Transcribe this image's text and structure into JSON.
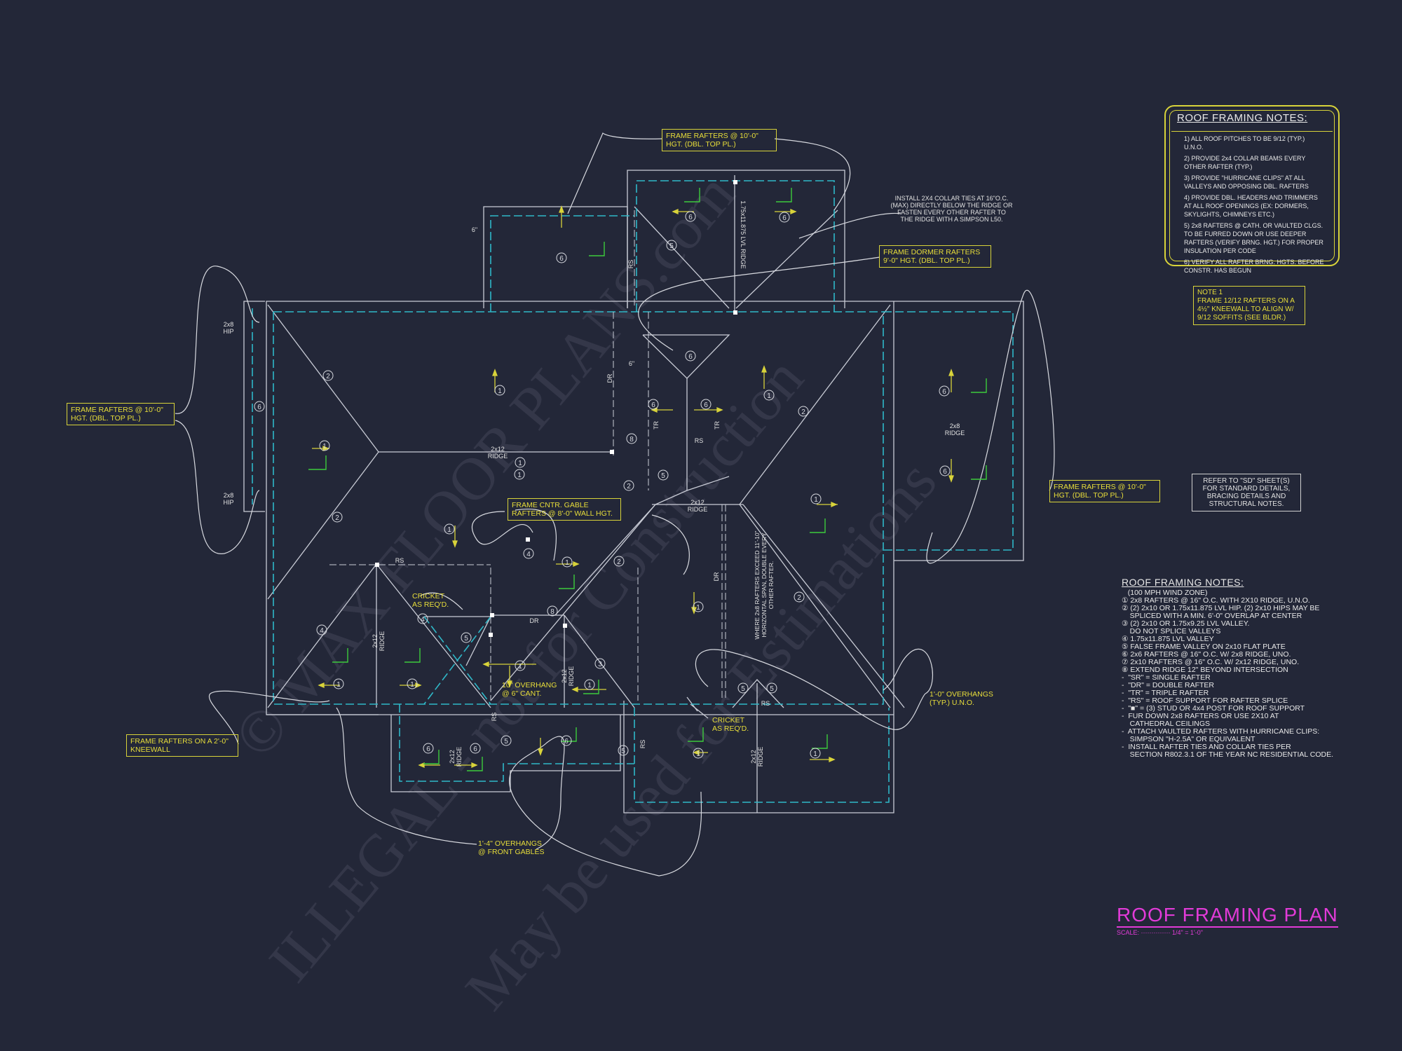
{
  "colors": {
    "background": "#232738",
    "lines": "#c9ccd6",
    "dashed": "#2fb8c8",
    "yellow": "#d8d33a",
    "green": "#3ccc3c",
    "magenta": "#e23bd8"
  },
  "title": {
    "main": "ROOF FRAMING PLAN",
    "scale_label": "SCALE:",
    "scale_value": "1/4\" = 1'-0\""
  },
  "watermark": {
    "line1": "© MAX FLOOR PLANS.com",
    "line2": "ILLEGAL - not for Construction",
    "line3": "May be used for Estimations"
  },
  "notes_box": {
    "heading": "ROOF FRAMING NOTES:",
    "items": [
      "1) ALL ROOF PITCHES TO BE 9/12 (TYP.) U.N.O.",
      "2) PROVIDE 2x4 COLLAR BEAMS EVERY OTHER RAFTER (TYP.)",
      "3) PROVIDE \"HURRICANE CLIPS\" AT ALL VALLEYS AND OPPOSING DBL. RAFTERS",
      "4) PROVIDE DBL. HEADERS AND TRIMMERS AT ALL ROOF OPENINGS (EX: DORMERS, SKYLIGHTS, CHIMNEYS ETC.)",
      "5) 2x8 RAFTERS @ CATH. OR VAULTED CLGS. TO BE FURRED DOWN OR USE DEEPER RAFTERS (VERIFY BRNG. HGT.) FOR PROPER INSULATION PER CODE",
      "6) VERIFY ALL RAFTER BRNG. HGTS. BEFORE CONSTR. HAS BEGUN"
    ]
  },
  "note1": "NOTE 1\nFRAME 12/12 RAFTERS ON A 4½\" KNEEWALL TO ALIGN W/ 9/12 SOFFITS (SEE BLDR.)",
  "refer_note": "REFER TO \"SD\" SHEET(S) FOR STANDARD DETAILS, BRACING DETAILS AND STRUCTURAL NOTES.",
  "collar_note": "INSTALL 2X4 COLLAR TIES AT 16\"O.C. (MAX) DIRECTLY BELOW THE RIDGE OR FASTEN EVERY OTHER RAFTER TO THE RIDGE WITH A SIMPSON L50.",
  "lower_notes": {
    "heading": "ROOF FRAMING NOTES:",
    "items": [
      "   (100 MPH WIND ZONE)",
      "① 2x8 RAFTERS @ 16\" O.C. WITH 2X10 RIDGE, U.N.O.",
      "② (2) 2x10 OR 1.75x11.875 LVL HIP. (2) 2x10 HIPS MAY BE",
      "    SPLICED WITH A MIN. 6'-0\" OVERLAP AT CENTER",
      "③ (2) 2x10 OR 1.75x9.25 LVL VALLEY.",
      "    DO NOT SPLICE VALLEYS",
      "④ 1.75x11.875 LVL VALLEY",
      "⑤ FALSE FRAME VALLEY ON 2x10 FLAT PLATE",
      "⑥ 2x6 RAFTERS @ 16\" O.C. W/ 2x8 RIDGE, UNO.",
      "⑦ 2x10 RAFTERS @ 16\" O.C. W/ 2x12 RIDGE, UNO.",
      "⑧ EXTEND RIDGE 12\" BEYOND INTERSECTION",
      "-  \"SR\" = SINGLE RAFTER",
      "-  \"DR\" = DOUBLE RAFTER",
      "-  \"TR\" = TRIPLE RAFTER",
      "-  \"RS\" = ROOF SUPPORT FOR RAFTER SPLICE",
      "-  \"■\" = (3) STUD OR 4x4 POST FOR ROOF SUPPORT",
      "-  FUR DOWN 2x8 RAFTERS OR USE 2X10 AT",
      "    CATHEDRAL CEILINGS",
      "-  ATTACH VAULTED RAFTERS WITH HURRICANE CLIPS:",
      "    SIMPSON \"H-2.5A\" OR EQUIVALENT",
      "-  INSTALL RAFTER TIES AND COLLAR TIES PER",
      "    SECTION R802.3.1 OF THE YEAR NC RESIDENTIAL CODE."
    ]
  },
  "callouts": {
    "top_rafters": "FRAME RAFTERS @ 10'-0\" HGT. (DBL. TOP PL.)",
    "dormer_rafters": "FRAME DORMER RAFTERS 9'-0\" HGT. (DBL. TOP PL.)",
    "left_rafters": "FRAME RAFTERS @ 10'-0\" HGT. (DBL. TOP PL.)",
    "right_rafters": "FRAME RAFTERS @ 10'-0\" HGT. (DBL. TOP PL.)",
    "gable_rafters": "FRAME CNTR. GABLE RAFTERS @ 8'-0\" WALL HGT.",
    "kneewall": "FRAME RAFTERS ON A 2'-0\" KNEEWALL",
    "cricket1": "CRICKET AS REQ'D.",
    "cricket2": "CRICKET AS REQ'D.",
    "overhang_cant": "10\" OVERHANG @ 6\" CANT.",
    "overhang_typ": "1'-0\" OVERHANGS (TYP.) U.N.O.",
    "overhang_front": "1'-4\" OVERHANGS @ FRONT GABLES"
  },
  "plan_labels": {
    "ridge_2x12_left": "2x12 RIDGE",
    "ridge_2x12_center": "2x12 RIDGE",
    "ridge_2x8_right": "2x8 RIDGE",
    "hip_top": "2x8 HIP",
    "hip_bottom": "2x8 HIP",
    "lvl_ridge": "1.75x11.875 LVL RIDGE",
    "ridge_2x12_v1": "2x12 RIDGE",
    "ridge_2x12_v2": "2x12 RIDGE",
    "ridge_2x12_v3": "2x12 RIDGE",
    "ridge_2x12_v4": "2x12 RIDGE",
    "dr_labels": [
      "DR",
      "DR",
      "DR"
    ],
    "tr_labels": [
      "TR",
      "TR"
    ],
    "rs_labels": [
      "RS",
      "RS",
      "RS",
      "RS",
      "RS",
      "RS"
    ],
    "where_note": "WHERE 2x8 RAFTERS EXCEED 11'-10\" HORIZONTAL SPAN, DOUBLE EVERY OTHER RAFTER.",
    "overhang_6": "6\"",
    "overhang_6b": "6\""
  }
}
